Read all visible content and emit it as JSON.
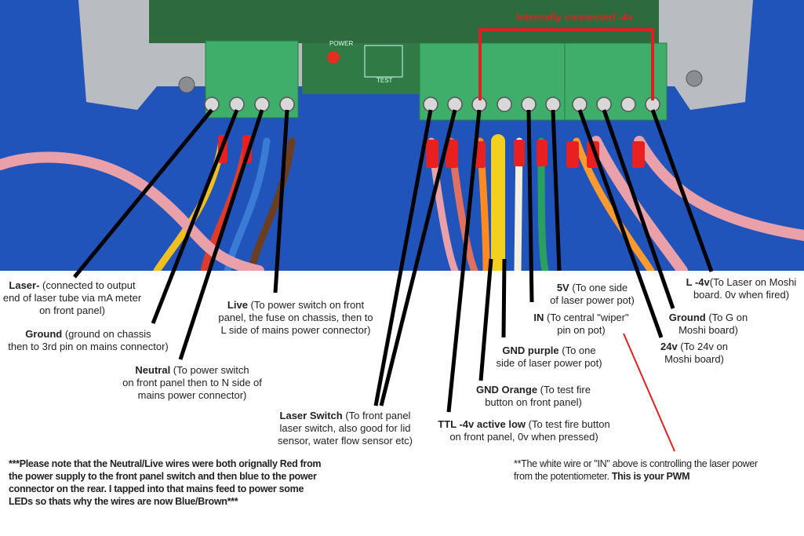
{
  "header_note": "Internally connected -4v",
  "labels": {
    "laser_minus": {
      "title": "Laser-",
      "desc1": " (connected to output",
      "desc2": "end of laser tube via mA meter",
      "desc3": "on front panel)"
    },
    "ground_left": {
      "title": "Ground",
      "desc1": " (ground on chassis",
      "desc2": "then to 3rd pin on mains connector)"
    },
    "neutral": {
      "title": "Neutral",
      "desc1": " (To power switch",
      "desc2": "on front panel then to N side of",
      "desc3": "mains power connector)"
    },
    "live": {
      "title": "Live",
      "desc1": " (To power switch on front",
      "desc2": "panel, the fuse on chassis, then to",
      "desc3": "L side of mains power connector)"
    },
    "laser_switch": {
      "title": "Laser Switch",
      "desc1": " (To front panel",
      "desc2": "laser switch, also good for lid",
      "desc3": "sensor, water flow sensor etc)"
    },
    "ttl": {
      "title": "TTL -4v active low",
      "desc1": " (To test fire button",
      "desc2": "on front panel, 0v  when pressed)"
    },
    "gnd_orange": {
      "title": "GND Orange",
      "desc1": " (To test fire",
      "desc2": "button on front panel)"
    },
    "gnd_purple": {
      "title": "GND purple",
      "desc1": " (To one",
      "desc2": "side of laser power pot)"
    },
    "in": {
      "title": "IN",
      "desc1": " (To central \"wiper\"",
      "desc2": "pin on pot)"
    },
    "five_v": {
      "title": "5V",
      "desc1": " (To one side",
      "desc2": "of laser power pot)"
    },
    "v24": {
      "title": "24v",
      "desc1": " (To 24v on",
      "desc2": "Moshi board)"
    },
    "ground_right": {
      "title": "Ground",
      "desc1": " (To G on",
      "desc2": "Moshi board)"
    },
    "l_minus_4v": {
      "title": "L -4v",
      "desc1": "(To Laser on Moshi",
      "desc2": "board. 0v when fired)"
    }
  },
  "notes": {
    "mains": {
      "line1": "***Please note that the Neutral/Live wires were both orignally Red from",
      "line2": "the power supply to the front panel switch and then blue to the power",
      "line3": "connector on the rear. I tapped into that mains feed to power some",
      "line4": "LEDs so thats why the wires are now Blue/Brown***"
    },
    "pwm": {
      "line1": "**The white wire or \"IN\" above is controlling the laser power",
      "line2_plain": "from the potentiometer. ",
      "line2_bold": "This is your PWM"
    }
  },
  "board_silkscreen": {
    "power": "POWER",
    "test": "TEST"
  },
  "colors": {
    "background_blue": "#1a4fb8",
    "connector_green": "#3fae6a",
    "annotation_red": "#e02020",
    "leader_black": "#000000"
  }
}
